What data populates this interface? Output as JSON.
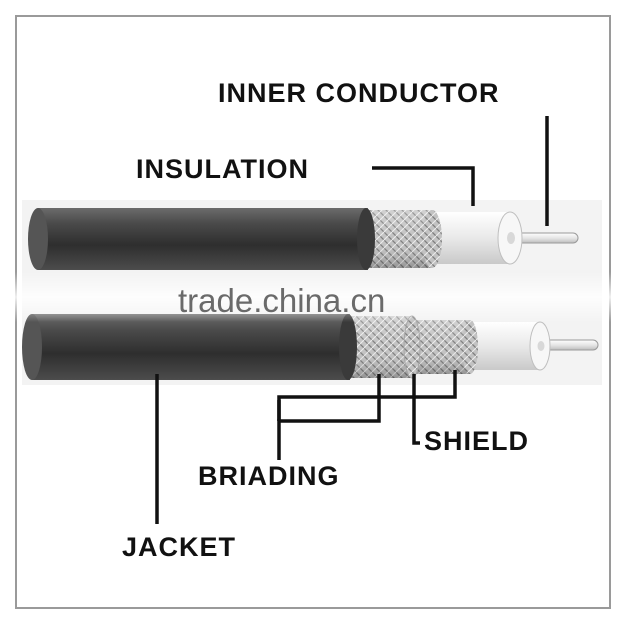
{
  "labels": {
    "inner_conductor": "INNER CONDUCTOR",
    "insulation": "INSULATION",
    "shield": "SHIELD",
    "briading": "BRIADING",
    "jacket": "JACKET"
  },
  "watermark": "trade.china.cn",
  "colors": {
    "jacket": "#3f3f3f",
    "braid": "#b9b9b9",
    "insulation": "#ececec",
    "conductor": "#f4f4f4",
    "leader_line": "#111111",
    "frame": "#9a9a9a"
  }
}
